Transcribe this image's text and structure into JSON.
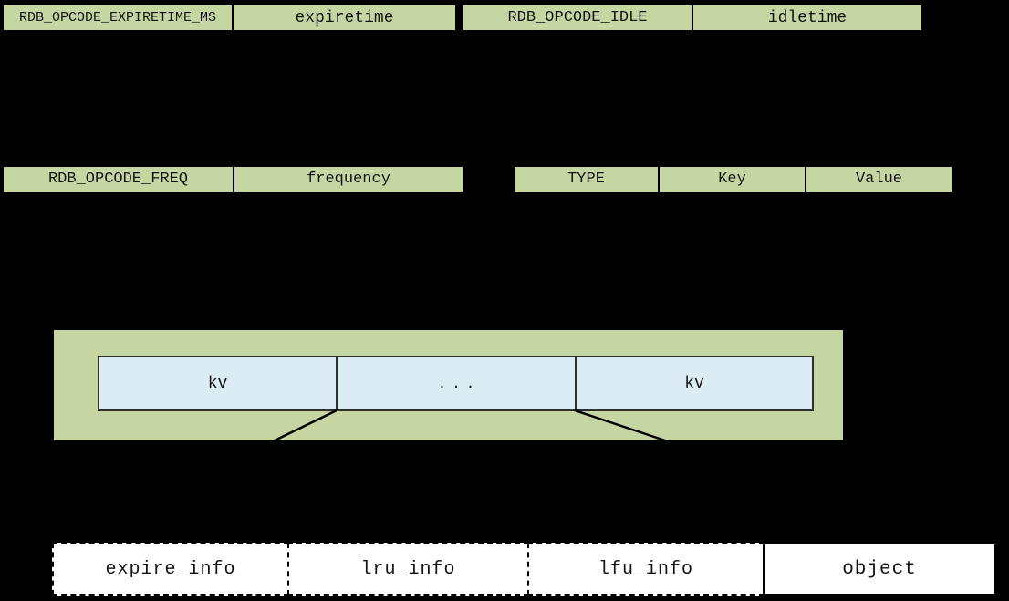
{
  "colors": {
    "background": "#000000",
    "green_cell": "#c6d6a2",
    "blue_cell": "#dbecf4",
    "white_cell": "#ffffff",
    "line": "#000000"
  },
  "opcode_expire_table": {
    "opcode": "RDB_OPCODE_EXPIRETIME_MS",
    "value": "expiretime"
  },
  "opcode_idle_table": {
    "opcode": "RDB_OPCODE_IDLE",
    "value": "idletime"
  },
  "opcode_freq_table": {
    "opcode": "RDB_OPCODE_FREQ",
    "value": "frequency"
  },
  "type_key_value_table": {
    "type": "TYPE",
    "key": "Key",
    "value": "Value"
  },
  "kv_list": {
    "kv_first": "kv",
    "ellipsis": "...",
    "kv_last": "kv"
  },
  "kv_detail_row": {
    "expire": "expire_info",
    "lru": "lru_info",
    "lfu": "lfu_info",
    "object": "object"
  }
}
